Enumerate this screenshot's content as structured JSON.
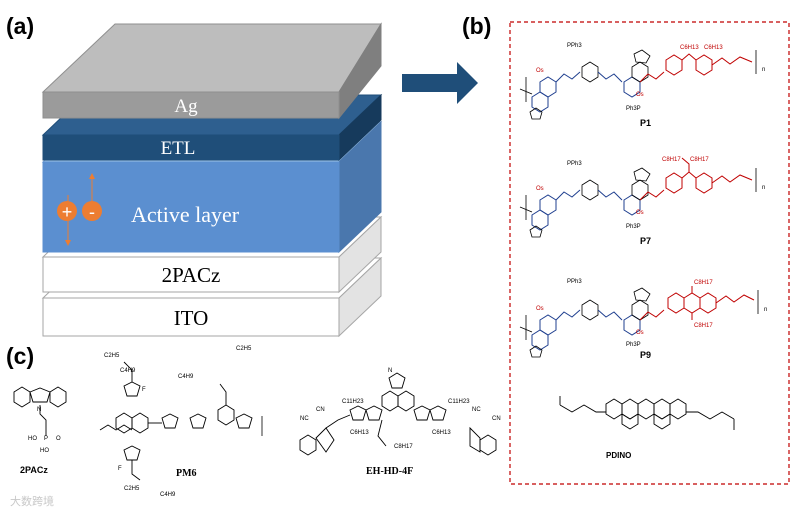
{
  "panels": {
    "a": "(a)",
    "b": "(b)",
    "c": "(c)"
  },
  "layers": {
    "ag": "Ag",
    "etl": "ETL",
    "active": "Active layer",
    "hole_transport": "2PACz",
    "ito": "ITO",
    "plus": "+",
    "minus": "-"
  },
  "polymers": [
    {
      "name": "P1",
      "pph3_top": "PPh3",
      "pph3_bottom": "Ph3P",
      "os_left": "Os",
      "os_right": "Os",
      "alkyl_left": "C6H13",
      "alkyl_right": "C6H13",
      "n": "n"
    },
    {
      "name": "P7",
      "pph3_top": "PPh3",
      "pph3_bottom": "Ph3P",
      "os_left": "Os",
      "os_right": "Os",
      "alkyl_left": "C8H17",
      "alkyl_right": "C8H17",
      "n": "n"
    },
    {
      "name": "P9",
      "pph3_top": "PPh3",
      "pph3_bottom": "Ph3P",
      "os_left": "Os",
      "os_right": "Os",
      "alkyl_top": "C8H17",
      "alkyl_bottom": "C8H17",
      "n": "n"
    }
  ],
  "pdino": {
    "name": "PDINO"
  },
  "molecules": {
    "pacz": {
      "name": "2PACz",
      "p": "P",
      "o": "O",
      "ho1": "HO",
      "ho2": "HO"
    },
    "pm6": {
      "name": "PM6",
      "c2h5_a": "C2H5",
      "c4h9_a": "C4H9",
      "c2h5_b": "C2H5",
      "c4h9_b": "C4H9",
      "c2h5_c": "C2H5",
      "c4h9_c": "C4H9",
      "f1": "F",
      "f2": "F"
    },
    "eh": {
      "name": "EH-HD-4F",
      "c11h23_a": "C11H23",
      "c11h23_b": "C11H23",
      "c6h13_a": "C6H13",
      "c6h13_b": "C6H13",
      "c8h17": "C8H17",
      "nc_a": "NC",
      "cn_a": "CN",
      "nc_b": "NC",
      "cn_b": "CN",
      "n_label": "N"
    }
  },
  "watermark": "大数跨境",
  "colors": {
    "ag_face": "#9b9b9b",
    "ag_top": "#bdbdbd",
    "ag_side": "#7f7f7f",
    "etl_face": "#1f4e79",
    "etl_side": "#163a5c",
    "active_face": "#5b8fd0",
    "active_top": "#9dc3e6",
    "active_side": "#4a77ad",
    "white_side": "#e3e3e3",
    "charge": "#ed7d31",
    "arrow": "#1f4e79",
    "red": "#c00000",
    "blue": "#1f3f8f"
  }
}
